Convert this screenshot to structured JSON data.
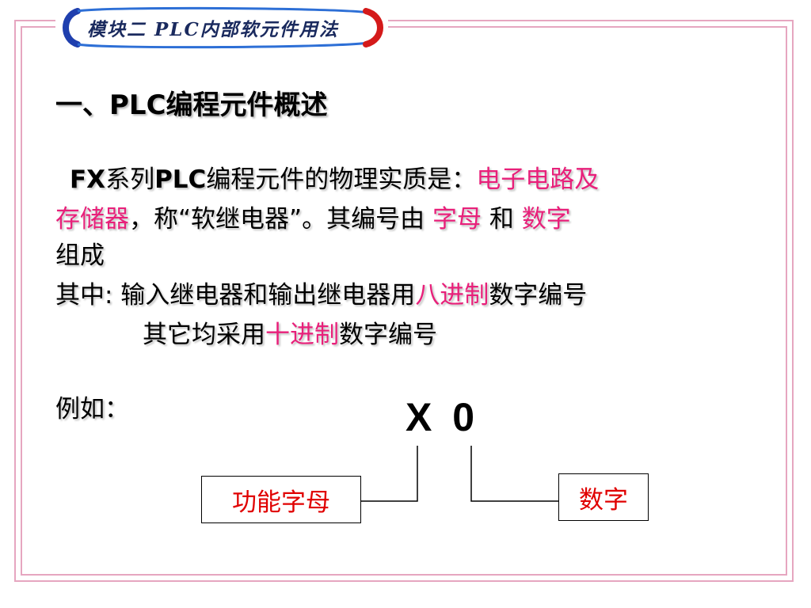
{
  "banner": {
    "title": "模块二 PLC内部软元件用法"
  },
  "heading": "一、PLC编程元件概述",
  "paragraph": {
    "line1": {
      "fx": "FX",
      "series": "系列",
      "plc": "PLC",
      "text": "编程元件的物理实质是：",
      "highlight": "电子电路及"
    },
    "line2": {
      "highlight1": "存储器",
      "text1": "，称“软继电器”。其编号由 ",
      "highlight2": "字母",
      "text2": " 和 ",
      "highlight3": "数字"
    },
    "line3": {
      "text": "组成"
    },
    "line4": {
      "label": "其中:",
      "text1": " 输入继电器和输出继电器用",
      "highlight": "八进制",
      "text2": "数字编号"
    },
    "line5": {
      "text1": "其它均采用",
      "highlight": "十进制",
      "text2": "数字编号"
    }
  },
  "example": {
    "label": "例如：",
    "code": "X 0",
    "left_box": "功能字母",
    "right_box": "数字"
  },
  "colors": {
    "highlight": "#e8207a",
    "box_text": "#e00000",
    "frame": "#e6a6c0",
    "banner_text": "#1a2a5e"
  }
}
